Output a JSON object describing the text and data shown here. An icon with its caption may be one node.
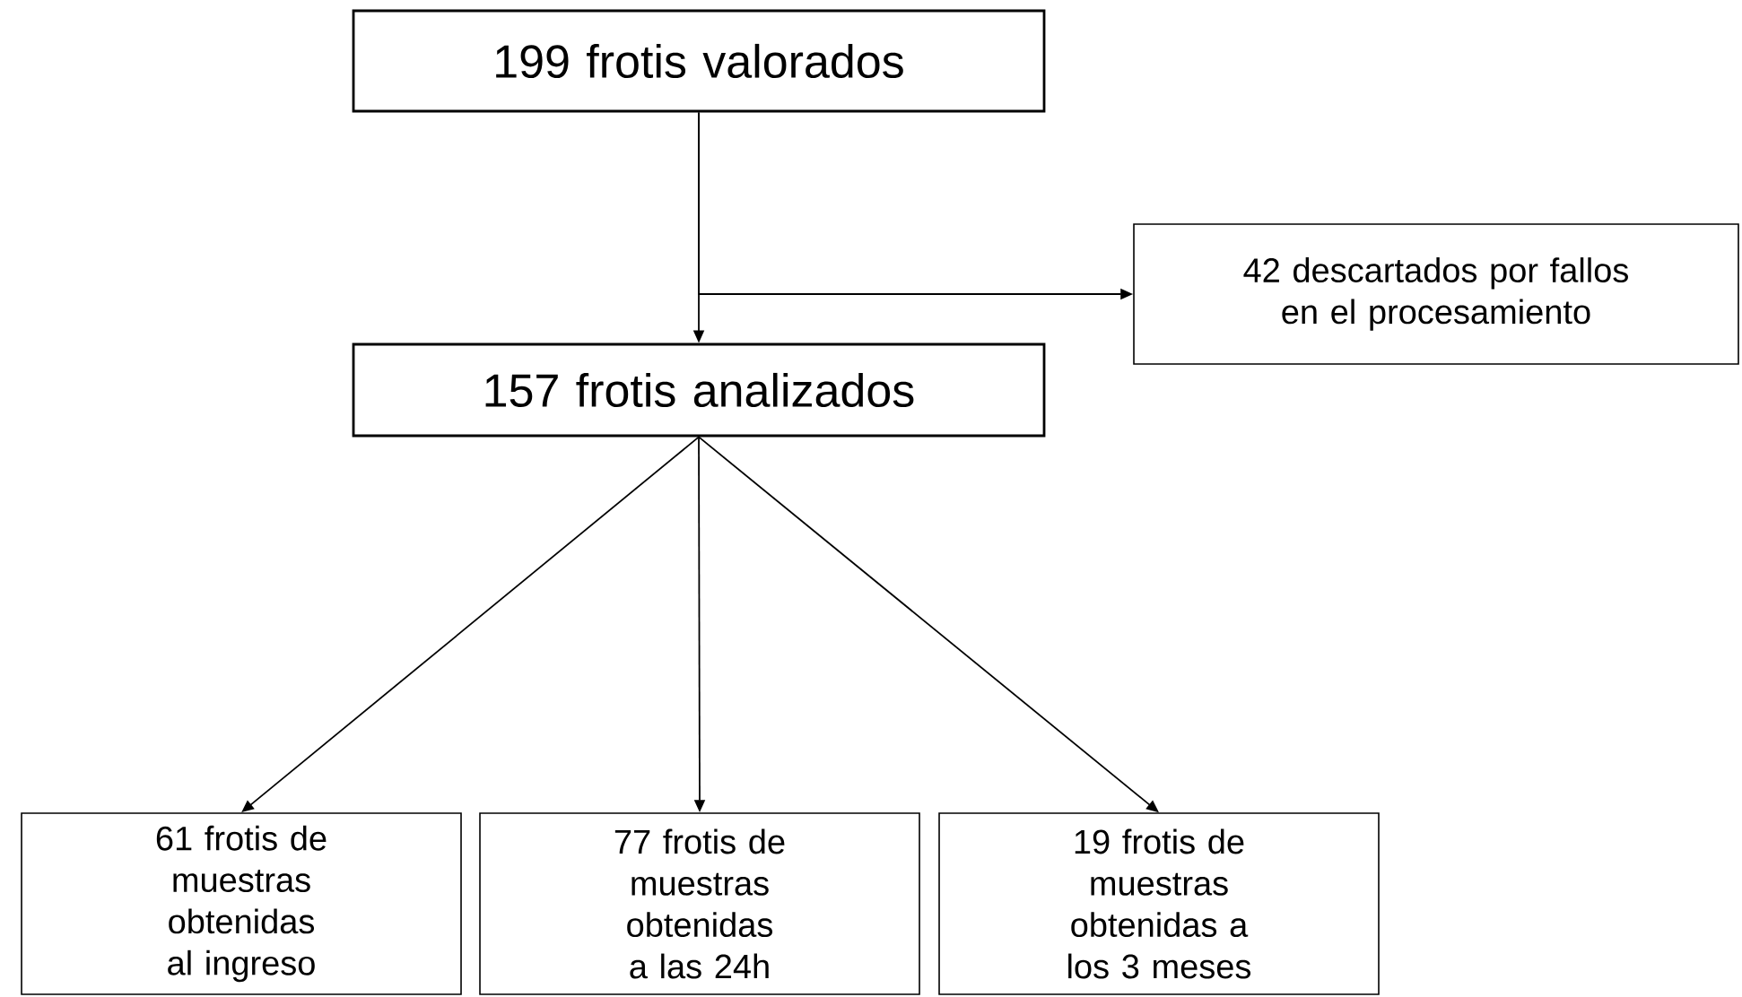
{
  "diagram": {
    "nodes": [
      {
        "text": [
          "199 frotis valorados"
        ]
      },
      {
        "text": [
          "157 frotis analizados"
        ]
      },
      {
        "text": [
          "42 descartados por fallos en el procesamiento"
        ]
      },
      {
        "text": [
          "61 frotis de muestras obtenidas al ingreso"
        ]
      },
      {
        "text": [
          "77 frotis de muestras obtenidas a las 24h"
        ]
      },
      {
        "text": [
          "19 frotis de muestras obtenidas a los 3 meses"
        ]
      }
    ],
    "edges": [
      {
        "from": 0,
        "to": 1,
        "arrow": "to"
      },
      {
        "from": 0,
        "to": 2,
        "arrow": "to"
      },
      {
        "from": 1,
        "to": 3,
        "arrow": "to"
      },
      {
        "from": 1,
        "to": 4,
        "arrow": "to"
      },
      {
        "from": 1,
        "to": 5,
        "arrow": "to"
      }
    ]
  }
}
